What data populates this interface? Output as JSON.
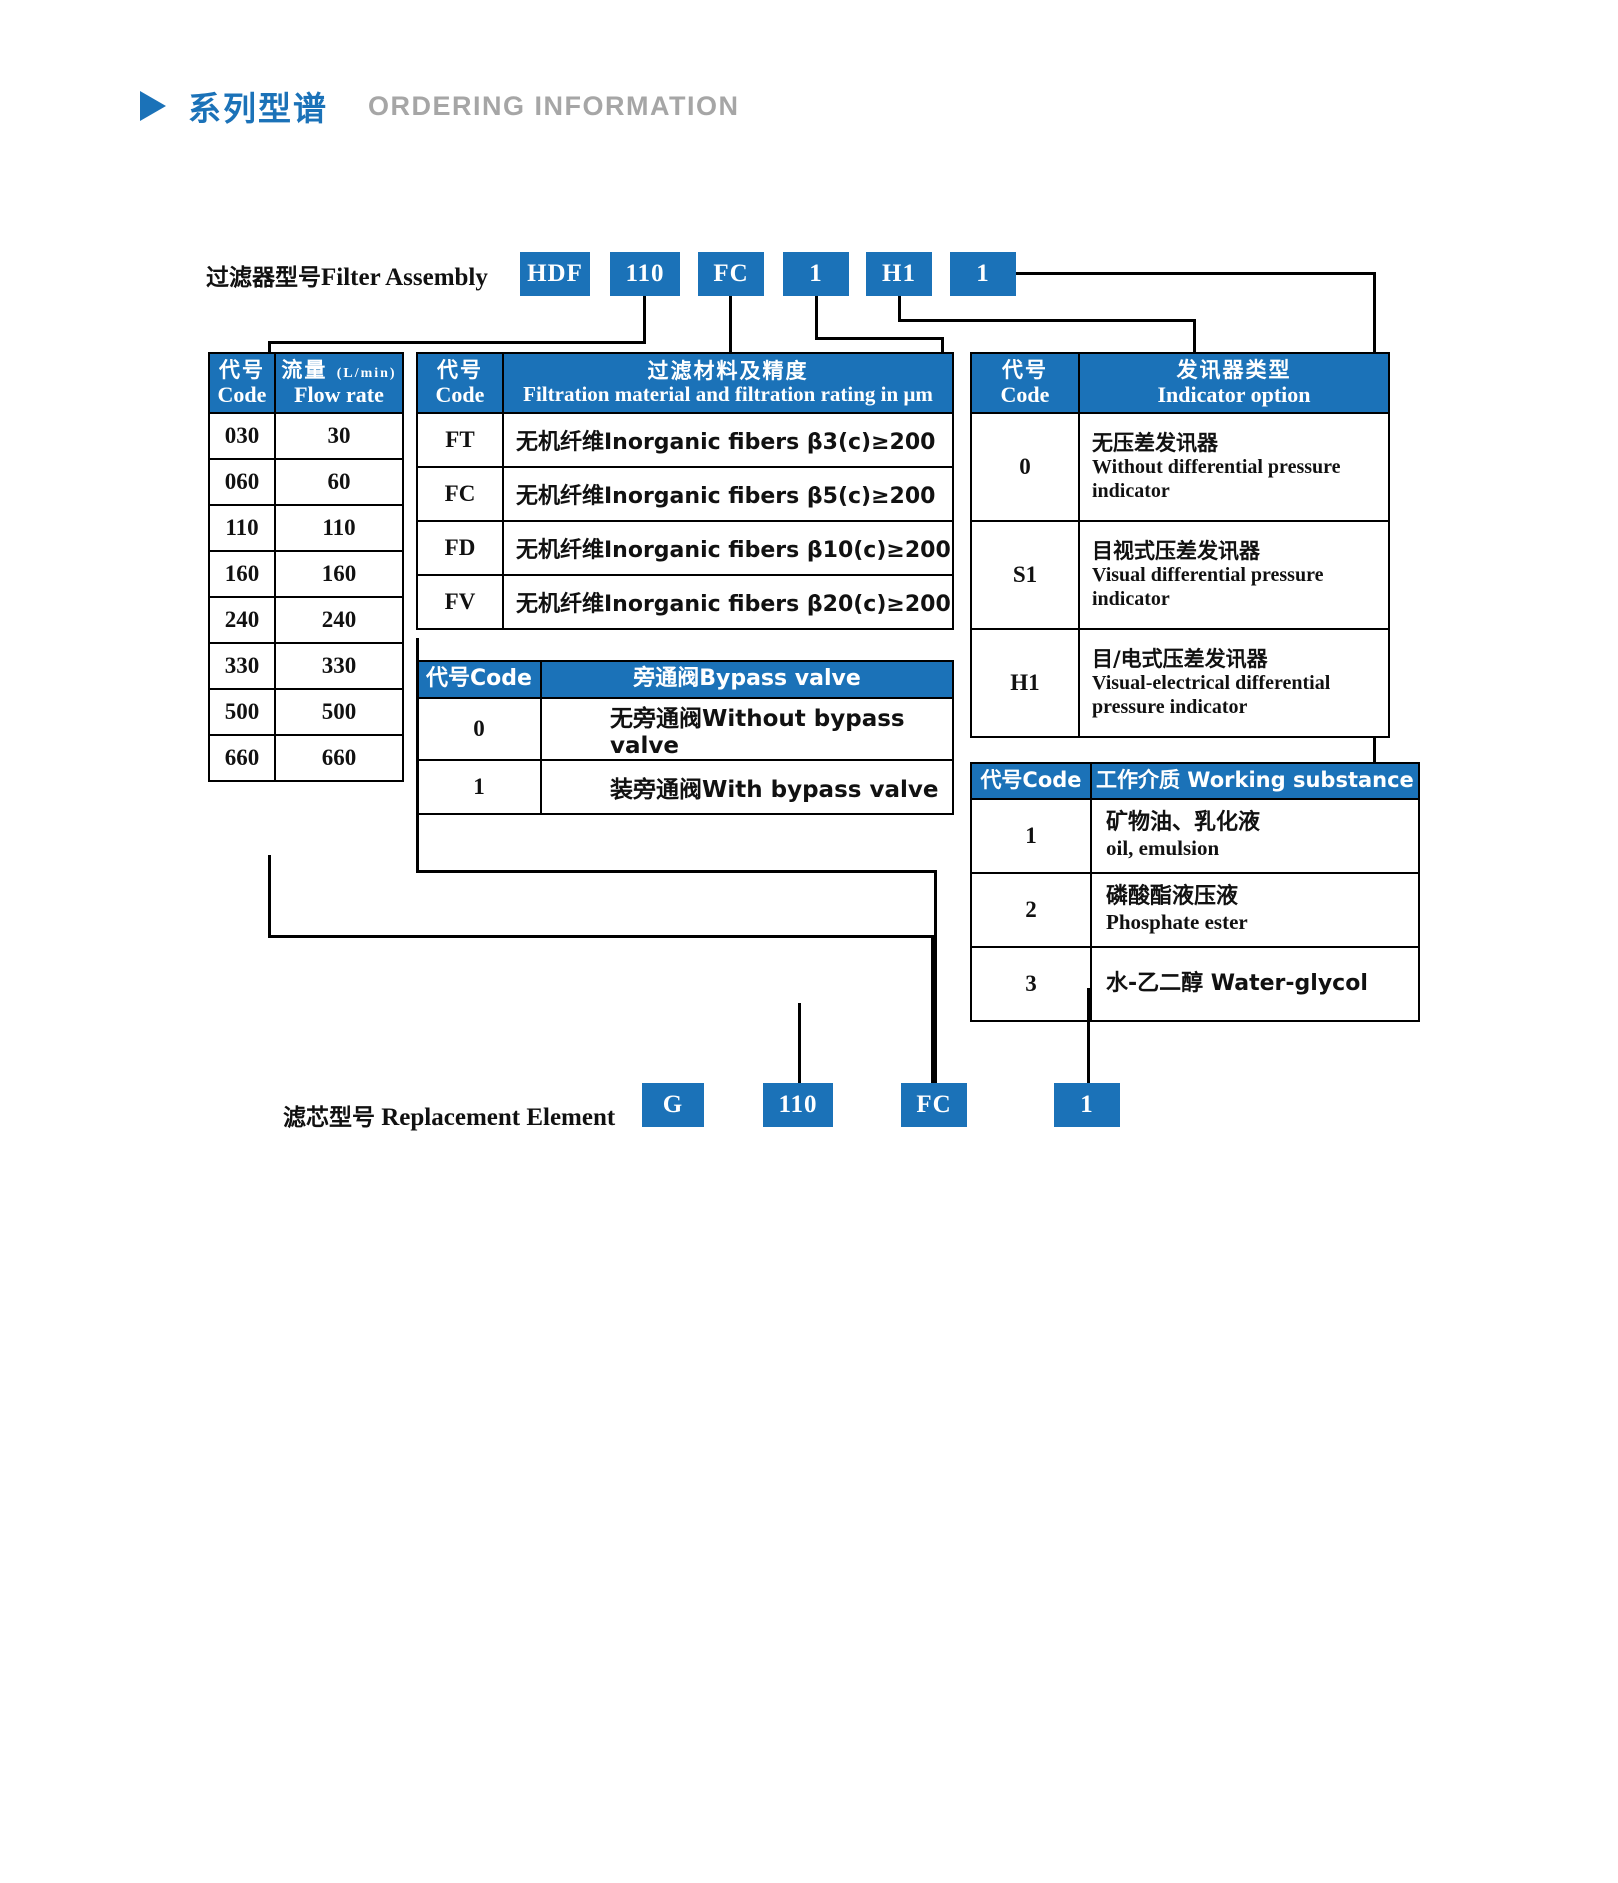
{
  "header": {
    "title_cn": "系列型谱",
    "title_en": "ORDERING INFORMATION",
    "accent_color": "#1b72b8",
    "subtitle_color": "#a6a6a6"
  },
  "filter_assembly": {
    "label_cn": "过滤器型号",
    "label_en": "Filter Assembly",
    "codes": [
      "HDF",
      "110",
      "FC",
      "1",
      "H1",
      "1"
    ]
  },
  "replacement_element": {
    "label_cn": "滤芯型号",
    "label_en": "Replacement Element",
    "codes": [
      "G",
      "110",
      "FC",
      "1"
    ]
  },
  "flow_table": {
    "headers": {
      "code_cn": "代号",
      "code_en": "Code",
      "flow_cn": "流量",
      "flow_unit": "(L/min)",
      "flow_en": "Flow rate"
    },
    "rows": [
      {
        "code": "030",
        "flow": "30"
      },
      {
        "code": "060",
        "flow": "60"
      },
      {
        "code": "110",
        "flow": "110"
      },
      {
        "code": "160",
        "flow": "160"
      },
      {
        "code": "240",
        "flow": "240"
      },
      {
        "code": "330",
        "flow": "330"
      },
      {
        "code": "500",
        "flow": "500"
      },
      {
        "code": "660",
        "flow": "660"
      }
    ]
  },
  "filtration_table": {
    "headers": {
      "code_cn": "代号",
      "code_en": "Code",
      "desc_cn": "过滤材料及精度",
      "desc_en": "Filtration material and filtration rating in μm"
    },
    "rows": [
      {
        "code": "FT",
        "desc": "无机纤维Inorganic fibers β3(c)≥200"
      },
      {
        "code": "FC",
        "desc": "无机纤维Inorganic fibers β5(c)≥200"
      },
      {
        "code": "FD",
        "desc": "无机纤维Inorganic fibers β10(c)≥200"
      },
      {
        "code": "FV",
        "desc": "无机纤维Inorganic fibers β20(c)≥200"
      }
    ]
  },
  "bypass_table": {
    "headers": {
      "code": "代号Code",
      "desc": "旁通阀Bypass valve"
    },
    "rows": [
      {
        "code": "0",
        "desc": "无旁通阀Without bypass valve"
      },
      {
        "code": "1",
        "desc": "装旁通阀With bypass valve"
      }
    ]
  },
  "indicator_table": {
    "headers": {
      "code_cn": "代号",
      "code_en": "Code",
      "desc_cn": "发讯器类型",
      "desc_en": "Indicator option"
    },
    "rows": [
      {
        "code": "0",
        "desc_cn": "无压差发讯器",
        "desc_en": "Without differential pressure indicator"
      },
      {
        "code": "S1",
        "desc_cn": "目视式压差发讯器",
        "desc_en": "Visual differential pressure indicator"
      },
      {
        "code": "H1",
        "desc_cn": "目/电式压差发讯器",
        "desc_en": "Visual-electrical differential pressure indicator"
      }
    ]
  },
  "working_substance_table": {
    "headers": {
      "code": "代号Code",
      "desc": "工作介质 Working substance"
    },
    "rows": [
      {
        "code": "1",
        "desc_cn": "矿物油、乳化液",
        "desc_en": "oil, emulsion"
      },
      {
        "code": "2",
        "desc_cn": "磷酸酯液压液",
        "desc_en": " Phosphate ester"
      },
      {
        "code": "3",
        "desc_cn": "水-乙二醇 Water-glycol",
        "desc_en": ""
      }
    ]
  }
}
